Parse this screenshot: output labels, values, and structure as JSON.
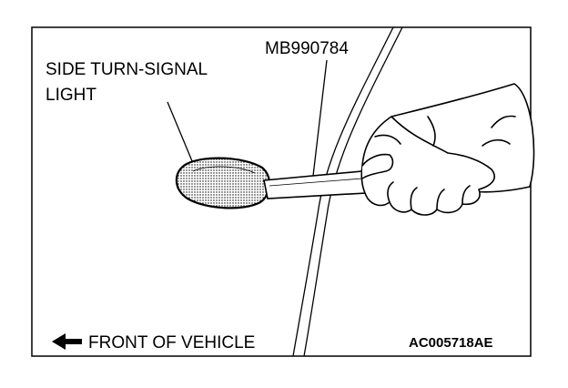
{
  "labels": {
    "light_line1": "SIDE TURN-SIGNAL",
    "light_line2": "LIGHT",
    "tool": "MB990784",
    "direction": "FRONT OF VEHICLE",
    "figure_id": "AC005718AE"
  },
  "icons": {
    "direction_arrow": "arrow-left-icon"
  },
  "colors": {
    "ink": "#000000",
    "background": "#ffffff"
  }
}
